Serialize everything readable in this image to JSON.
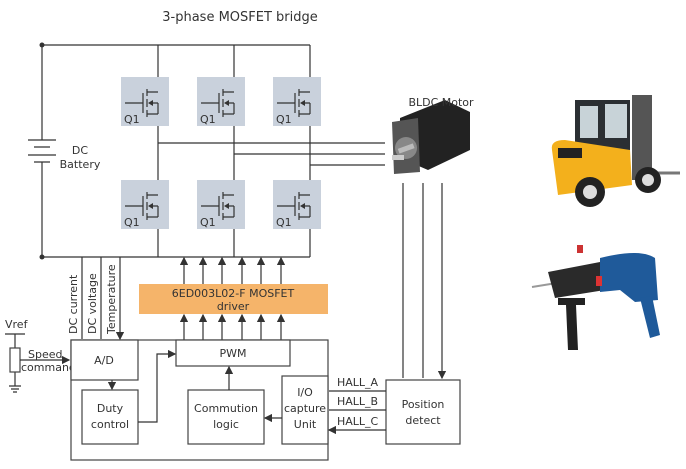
{
  "title": "3-phase MOSFET bridge",
  "battery_label": [
    "DC",
    "Battery"
  ],
  "mosfet_label": "Q1",
  "motor_label": "BLDC Motor",
  "driver": {
    "lines": [
      "6ED003L02-F MOSFET",
      "driver"
    ],
    "color": "#f5b46a"
  },
  "sensors": [
    "DC current",
    "DC voltage",
    "Temperature"
  ],
  "vref": "Vref",
  "speed_command": [
    "Speed",
    "command"
  ],
  "blocks": {
    "ad": "A/D",
    "pwm": "PWM",
    "duty": [
      "Duty",
      "control"
    ],
    "commution": [
      "Commution",
      "logic"
    ],
    "io": [
      "I/O",
      "capture",
      "Unit"
    ],
    "position": [
      "Position",
      "detect"
    ]
  },
  "hall": [
    "HALL_A",
    "HALL_B",
    "HALL_C"
  ],
  "colors": {
    "mosfet_bg": "#c9d1dc",
    "line": "#333333"
  },
  "images": [
    "forklift",
    "rotary-hammer-drill"
  ]
}
